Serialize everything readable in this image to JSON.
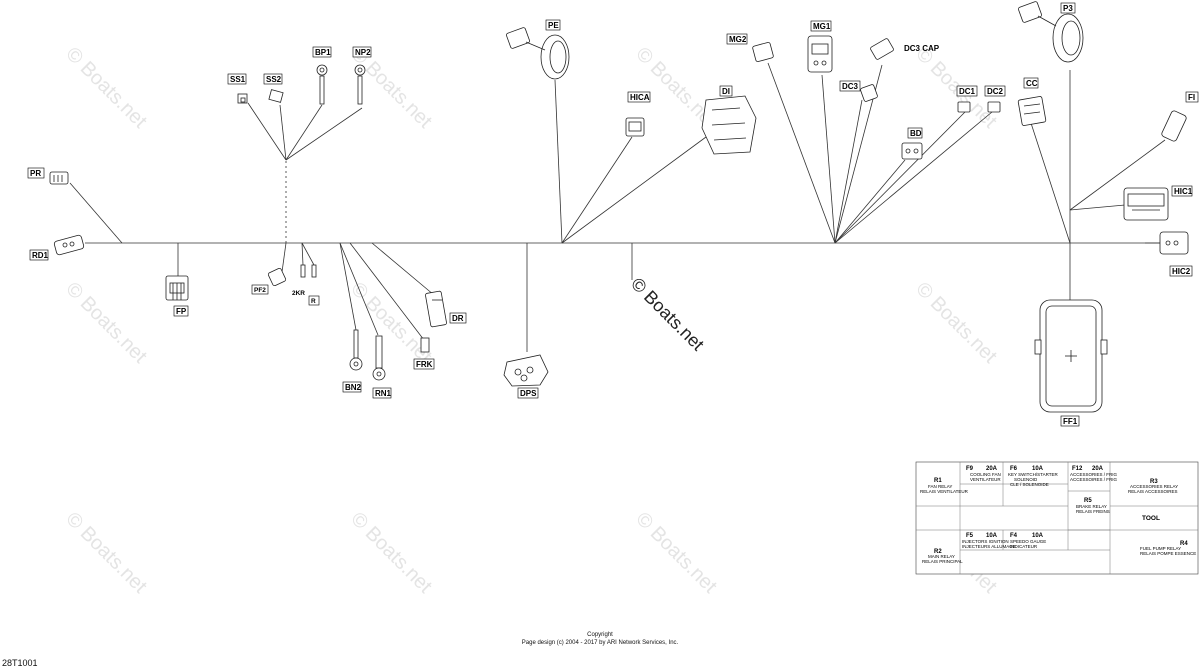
{
  "connectors": {
    "PR": "PR",
    "RD1": "RD1",
    "FP": "FP",
    "SS1": "SS1",
    "SS2": "SS2",
    "BP1": "BP1",
    "NP2": "NP2",
    "PF2": "PF2",
    "KR": "2KR",
    "R": "R",
    "BN2": "BN2",
    "RN1": "RN1",
    "DR": "DR",
    "FRK": "FRK",
    "DPS": "DPS",
    "PE": "PE",
    "HICA": "HICA",
    "DI": "DI",
    "MG2": "MG2",
    "MG1": "MG1",
    "DC3": "DC3",
    "DC3CAP": "DC3 CAP",
    "BD": "BD",
    "DC1": "DC1",
    "DC2": "DC2",
    "CC": "CC",
    "P3": "P3",
    "FI": "FI",
    "HIC1": "HIC1",
    "HIC2": "HIC2",
    "FF1": "FF1"
  },
  "watermark": "© Boats.net",
  "fuse_table": {
    "R1": "R1",
    "R1_text1": "FAN RELAY",
    "R1_text2": "RELAIS VENTILATEUR",
    "F9": "F9",
    "F9_amp": "20A",
    "F9_text1": "COOLING FAN",
    "F9_text2": "VENTILATEUR",
    "F6": "F6",
    "F6_amp": "10A",
    "F6_text1": "KEY SWITCH/STARTER",
    "F6_text2": "SOLENOID",
    "F6_text3": "CLE / SOLENOIDE",
    "F12": "F12",
    "F12_amp": "20A",
    "F12_text1": "ACCESSORIES / FRIG",
    "F12_text2": "ACCESSOIRES / FRIG",
    "R3": "R3",
    "R3_text1": "ACCESSORIES RELAY",
    "R3_text2": "RELAIS ACCESSOIRES",
    "R5": "R5",
    "R5_text1": "BRAKE RELAY",
    "R5_text2": "RELAIS FREINS",
    "TOOL": "TOOL",
    "R2": "R2",
    "R2_text1": "MAIN RELAY",
    "R2_text2": "RELAIS PRINCIPAL",
    "F5": "F5",
    "F5_amp": "10A",
    "F5_text1": "INJECTORS IGNITION",
    "F5_text2": "INJECTEURS ALLUMAGE",
    "F4": "F4",
    "F4_amp": "10A",
    "F4_text1": "SPEEDO GAUGE",
    "F4_text2": "INDICATEUR",
    "R4": "R4",
    "R4_text1": "FUEL PUMP RELAY",
    "R4_text2": "RELAIS POMPE ESSENCE"
  },
  "footer": {
    "line1": "Copyright",
    "line2": "Page design (c) 2004 - 2017 by ARI Network Services, Inc."
  },
  "diagram_code": "28T1001"
}
